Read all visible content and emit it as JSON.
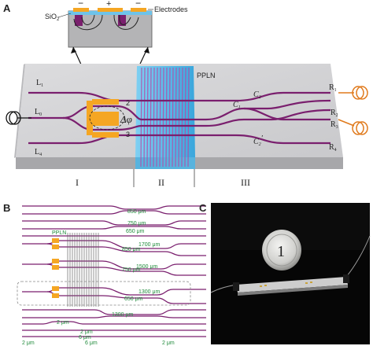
{
  "panelA": {
    "letter": "A",
    "inset": {
      "sio2": "SiO",
      "sio2_sub": "2",
      "electrodes": "Electrodes",
      "minus_left": "−",
      "plus_mid": "+",
      "minus_right": "−"
    },
    "pplN": "PPLN",
    "delta_phi": "Δφ",
    "arm_top": "2",
    "arm_bottom": "3",
    "left_ports": {
      "l1": "L",
      "l1_sub": "1",
      "l0": "L",
      "l0_sub": "0",
      "l4": "L",
      "l4_sub": "4"
    },
    "right_ports": {
      "r1": "R",
      "r1_sub": "1",
      "r2": "R",
      "r2_sub": "2",
      "r3": "R",
      "r3_sub": "3",
      "r4": "R",
      "r4_sub": "4"
    },
    "couplers": {
      "c1": "C",
      "c1_sub": "1",
      "c2": "C",
      "c2_sub": "2",
      "c2p": "C",
      "c2p_sub": "2",
      "c2p_prime": "′"
    },
    "sections": [
      "I",
      "II",
      "III"
    ],
    "colors": {
      "chip_top": "#d7d7d9",
      "chip_side": "#a5a5a8",
      "waveguide": "#7a1f6e",
      "electrode": "#f5a623",
      "pplN_blue": "#3bb6e8",
      "fiber": "#e07a1c"
    }
  },
  "panelB": {
    "letter": "B",
    "pplN": "PPLN",
    "labels": [
      "850 μm",
      "750 μm",
      "650 μm",
      "850 μm",
      "1700 μm",
      "750 μm",
      "1500 μm",
      "650 μm",
      "1300 μm",
      "1300 μm",
      "2 μm",
      "2 μm",
      "6 μm",
      "2 μm",
      "6 μm",
      "2 μm"
    ]
  },
  "panelC": {
    "letter": "C",
    "coin_text": "1"
  }
}
